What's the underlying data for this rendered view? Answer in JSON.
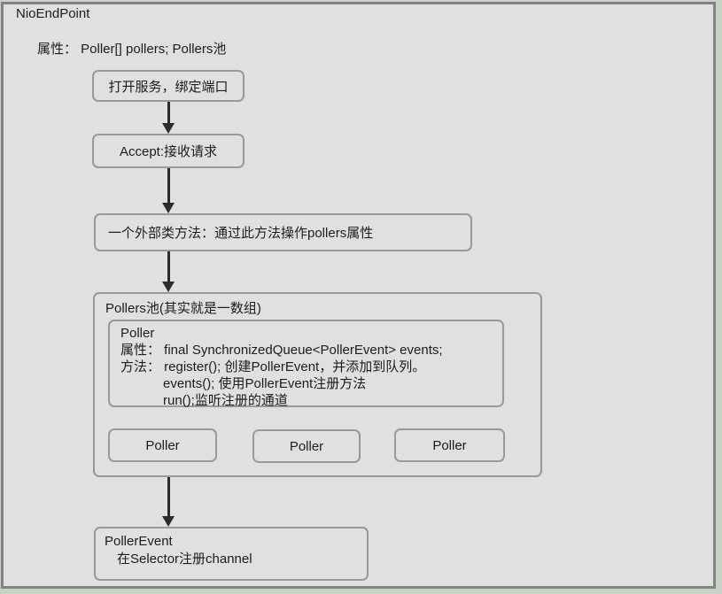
{
  "colors": {
    "outer_bg": "#c9d3c5",
    "frame_border": "#828282",
    "panel_bg": "#e0e0e0",
    "node_border": "#999999",
    "text": "#1c1c1c",
    "arrow": "#2b2b2b"
  },
  "panel": {
    "title": "NioEndPoint",
    "attribute_line": "属性： Poller[] pollers; Pollers池"
  },
  "flow": {
    "step1": "打开服务，绑定端口",
    "step2": "Accept:接收请求",
    "step3": "一个外部类方法：通过此方法操作pollers属性"
  },
  "pollers_pool": {
    "title": "Pollers池(其实就是一数组)",
    "poller_detail": {
      "name": "Poller",
      "lines": [
        "属性： final SynchronizedQueue<PollerEvent> events;",
        "方法： register(); 创建PollerEvent，并添加到队列。",
        "events(); 使用PollerEvent注册方法",
        "run();监听注册的通道"
      ]
    },
    "poller_items": [
      "Poller",
      "Poller",
      "Poller"
    ]
  },
  "poller_event": {
    "title": "PollerEvent",
    "description": "在Selector注册channel"
  }
}
